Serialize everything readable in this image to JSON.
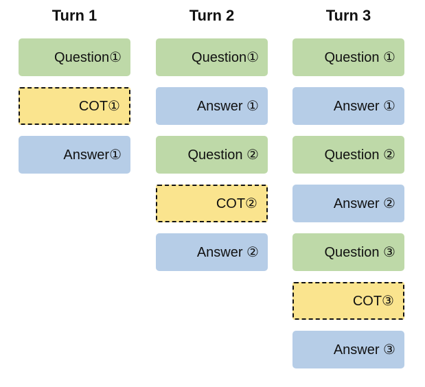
{
  "colors": {
    "question": "#bed9a8",
    "cot": "#fae48e",
    "answer": "#b6cde7",
    "text": "#111111"
  },
  "columns": [
    {
      "title": "Turn 1",
      "boxes": [
        {
          "type": "question",
          "label": "Question①"
        },
        {
          "type": "cot",
          "label": "COT①"
        },
        {
          "type": "answer",
          "label": "Answer①"
        }
      ]
    },
    {
      "title": "Turn 2",
      "boxes": [
        {
          "type": "question",
          "label": "Question①"
        },
        {
          "type": "answer",
          "label": "Answer ①"
        },
        {
          "type": "question",
          "label": "Question ②"
        },
        {
          "type": "cot",
          "label": "COT②"
        },
        {
          "type": "answer",
          "label": "Answer ②"
        }
      ]
    },
    {
      "title": "Turn 3",
      "boxes": [
        {
          "type": "question",
          "label": "Question ①"
        },
        {
          "type": "answer",
          "label": "Answer ①"
        },
        {
          "type": "question",
          "label": "Question ②"
        },
        {
          "type": "answer",
          "label": "Answer ②"
        },
        {
          "type": "question",
          "label": "Question ③"
        },
        {
          "type": "cot",
          "label": "COT③"
        },
        {
          "type": "answer",
          "label": "Answer ③"
        }
      ]
    }
  ]
}
